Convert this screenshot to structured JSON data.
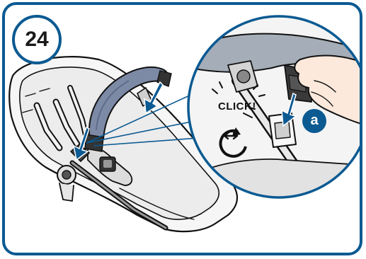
{
  "step": {
    "number": "24"
  },
  "detail": {
    "sound_label": "CLICK!",
    "callout_letter": "a"
  },
  "icons": [
    "step-number-badge",
    "push-arrow-icon",
    "rotate-arrows-icon",
    "callout-marker-icon"
  ],
  "colors": {
    "frame": "#0b5a92",
    "bumper_bar": "#7c8aa6",
    "canopy": "#a5adb8"
  }
}
